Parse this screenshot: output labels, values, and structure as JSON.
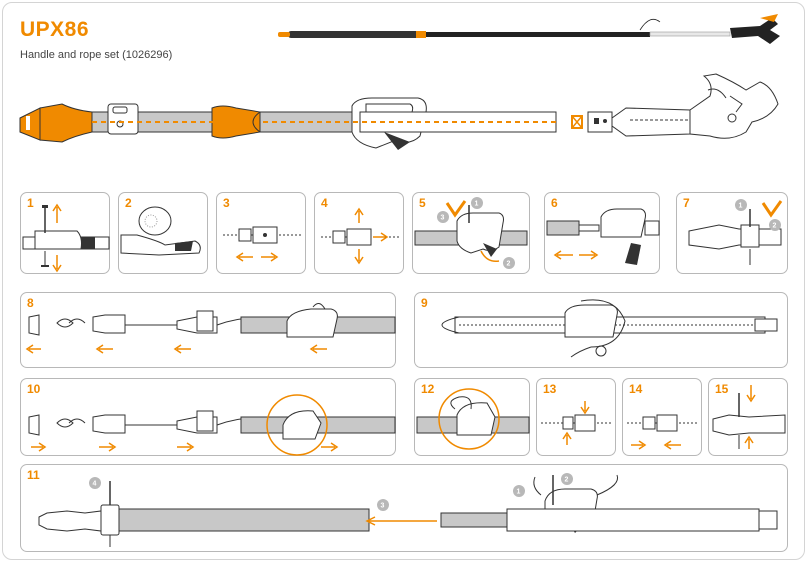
{
  "title": "UPX86",
  "subtitle": "Handle and rope set (1026296)",
  "steps": {
    "s1": "1",
    "s2": "2",
    "s3": "3",
    "s4": "4",
    "s5": "5",
    "s6": "6",
    "s7": "7",
    "s8": "8",
    "s9": "9",
    "s10": "10",
    "s11": "11",
    "s12": "12",
    "s13": "13",
    "s14": "14",
    "s15": "15"
  },
  "callouts": {
    "one": "1",
    "two": "2",
    "three": "3",
    "four": "4"
  },
  "colors": {
    "accent": "#f08a00",
    "outline": "#b8b8b8",
    "tube": "#c8c8c8",
    "dark": "#333333"
  },
  "icons": [
    "pruner-head-icon",
    "handle-grip-icon",
    "arrow-icon",
    "screw-icon",
    "rope-knot-icon",
    "magnifier-circle-icon"
  ]
}
